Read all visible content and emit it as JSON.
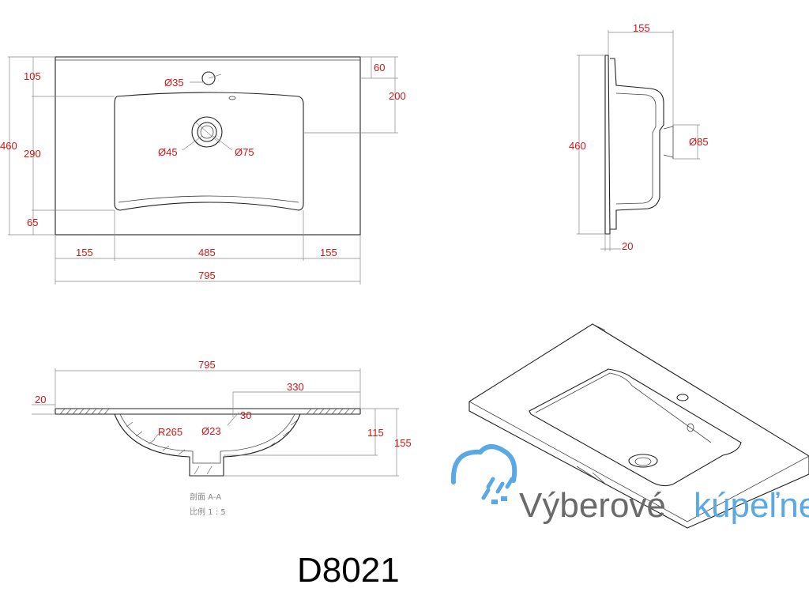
{
  "model": "D8021",
  "section": {
    "title": "剖面  A-A",
    "scale": "比例  1 : 5"
  },
  "watermark": {
    "word1": "Výberové",
    "word2": "kúpeľne",
    "color1": "#6a6a6a",
    "color2": "#5aa9e6"
  },
  "colors": {
    "dimension_text": "#d01515",
    "line": "#222222"
  },
  "top_view": {
    "left_dims": [
      "105",
      "460",
      "290",
      "65"
    ],
    "right_dims": [
      "60",
      "200"
    ],
    "bottom_dims": [
      "155",
      "485",
      "155"
    ],
    "overall_width": "795",
    "hole_labels": [
      "Ø35",
      "Ø45",
      "Ø75"
    ]
  },
  "side_view": {
    "width": "155",
    "height": "460",
    "drain": "Ø85",
    "thickness": "20"
  },
  "section_view": {
    "width": "795",
    "offset": "330",
    "thickness": "20",
    "radius": "R265",
    "hole": "Ø23",
    "angle": "30",
    "depth": "115",
    "height": "155"
  },
  "icons": [
    "shower-icon"
  ]
}
